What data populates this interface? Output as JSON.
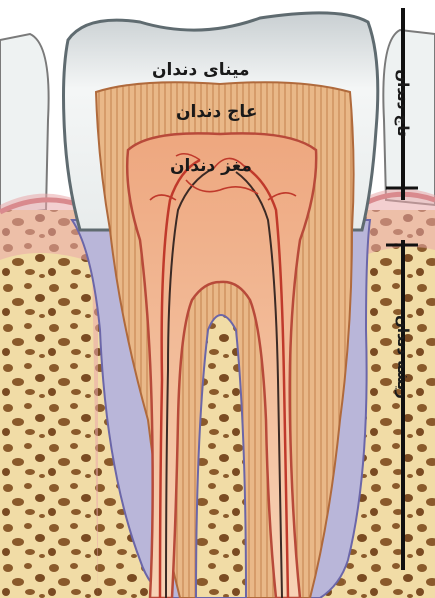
{
  "labels": {
    "enamel": "مینای دندان",
    "dentin": "عاج دندان",
    "pulp": "مغز دندان",
    "crown": "تاج دندان",
    "root": "ریشه دندان"
  },
  "colors": {
    "background": "#ffffff",
    "enamel": "#eef0f0",
    "dentin": "#e9b888",
    "dentin_stripe": "#c98a55",
    "pulp": "#f3c4a0",
    "bone": "#f1dca6",
    "bone_pore": "#8a5a2b",
    "gum": "#e9a7aa",
    "ligament": "#b9b6d9",
    "vessel_red": "#c0392b",
    "vessel_dark": "#3b2a25",
    "bracket_line": "#111111"
  }
}
